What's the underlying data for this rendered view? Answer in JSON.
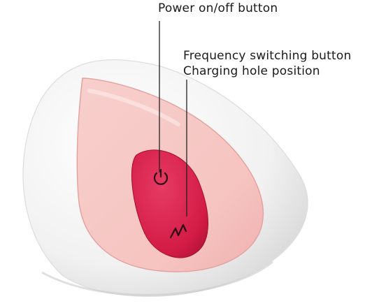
{
  "annotations": {
    "power_button": "Power on/off button",
    "frequency_button": "Frequency switching button",
    "charging_hole": "Charging hole position"
  },
  "colors": {
    "shell": "#f4f4f4",
    "shell_shadow": "#d6d6d6",
    "pink_panel": "#f6c7c4",
    "pink_panel_edge": "#e9a9a6",
    "button_pad": "#d81f4a",
    "button_pad_dark": "#b3143a",
    "icon": "#2a0a12",
    "leader_line": "#222222"
  },
  "icons": {
    "power": "power-icon",
    "frequency": "zigzag-icon"
  }
}
